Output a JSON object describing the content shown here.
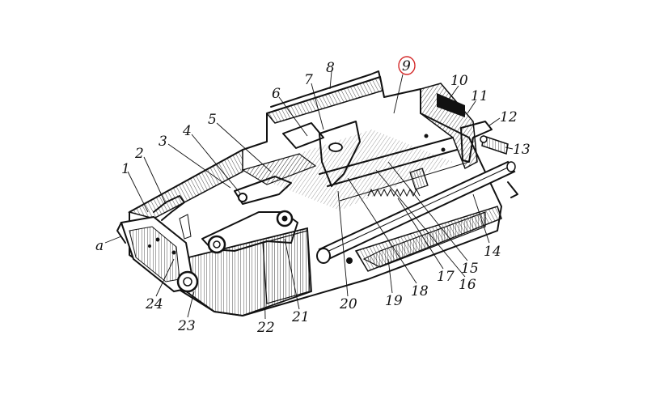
{
  "callouts": {
    "c1": "1",
    "c2": "2",
    "c3": "3",
    "c4": "4",
    "c5": "5",
    "c6": "6",
    "c7": "7",
    "c8": "8",
    "c9": "9",
    "c10": "10",
    "c11": "11",
    "c12": "12",
    "c13": "13",
    "c14": "14",
    "c15": "15",
    "c16": "16",
    "c17": "17",
    "c18": "18",
    "c19": "19",
    "c20": "20",
    "c21": "21",
    "c22": "22",
    "c23": "23",
    "c24": "24",
    "ca": "a"
  },
  "highlight": {
    "callout": "9",
    "color": "#d42a2a"
  }
}
